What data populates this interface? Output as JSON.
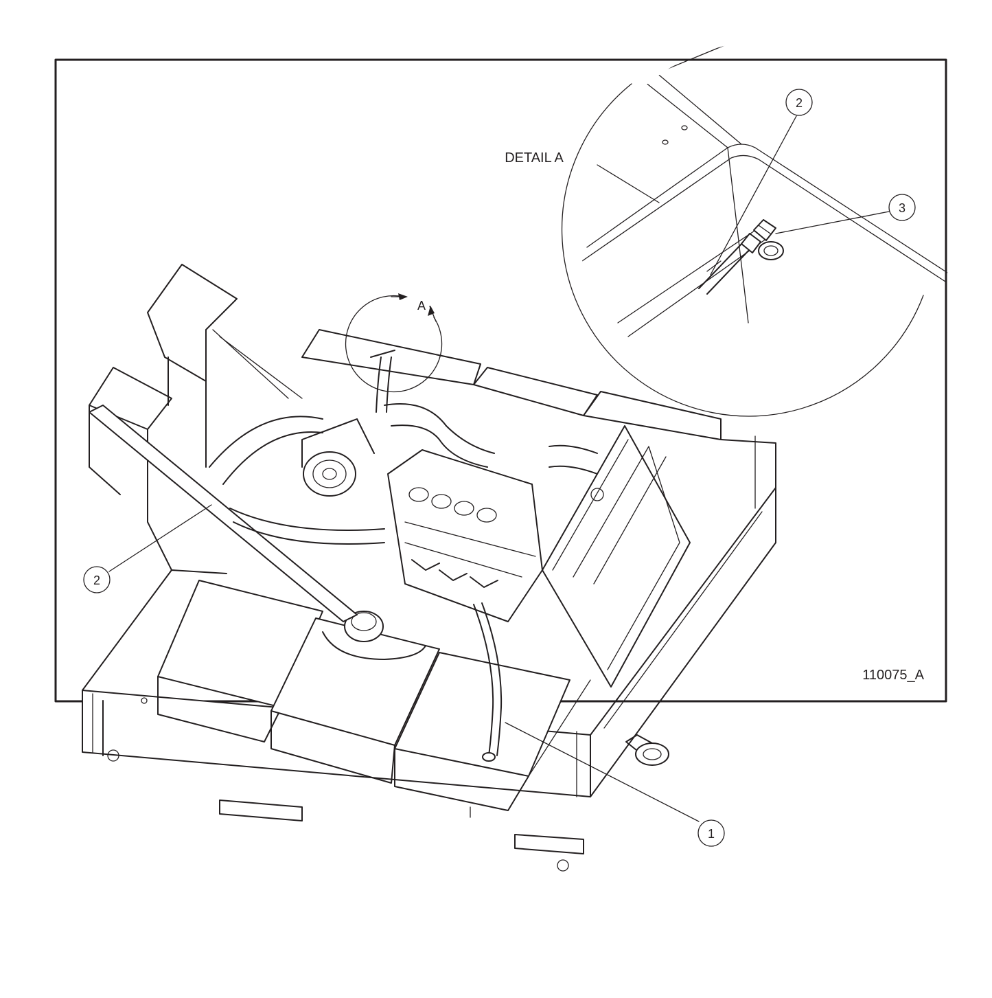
{
  "detail_title": "DETAIL A",
  "section_marker": "A",
  "drawing_number": "110075_A",
  "callouts": [
    {
      "id": "callout-1",
      "text": "1"
    },
    {
      "id": "callout-2-main",
      "text": "2"
    },
    {
      "id": "callout-2-detail",
      "text": "2"
    },
    {
      "id": "callout-3-detail",
      "text": "3"
    }
  ],
  "colors": {
    "ink": "#231f20",
    "paper": "#ffffff"
  }
}
